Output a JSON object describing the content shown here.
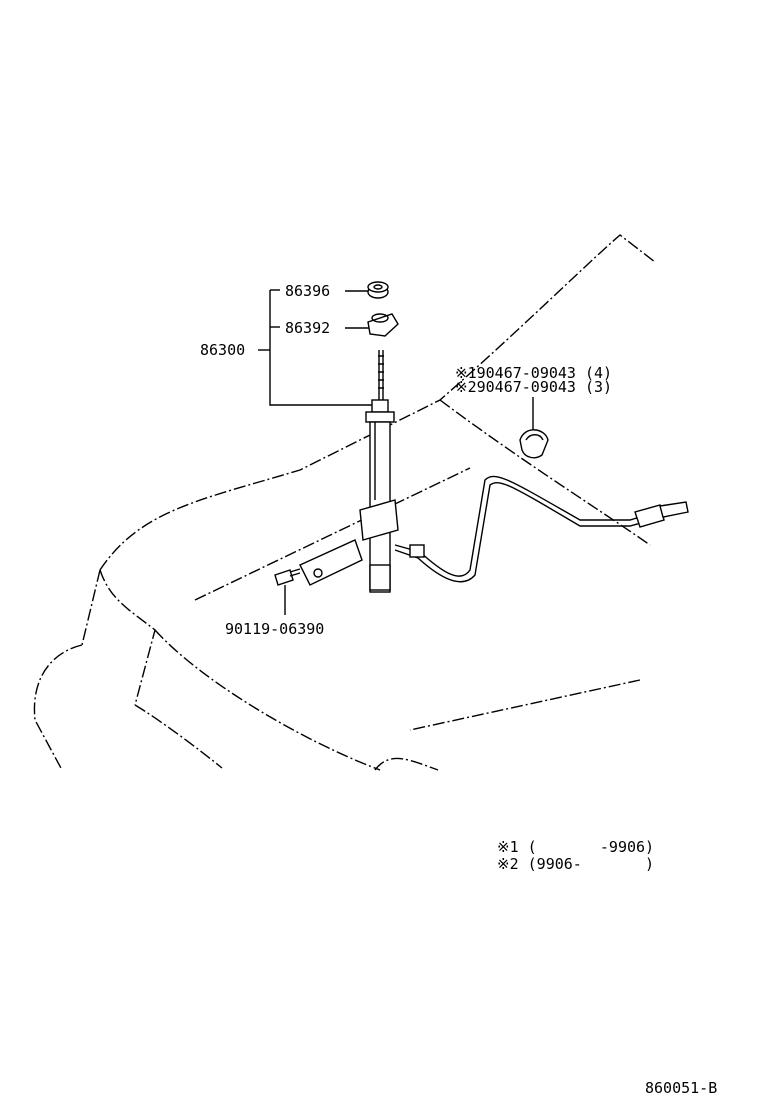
{
  "parts": {
    "p86396": "86396",
    "p86392": "86392",
    "p86300": "86300",
    "clip_1": "※190467-09043 (4)",
    "clip_2": "※290467-09043 (3)",
    "screw": "90119-06390"
  },
  "footnotes": {
    "note1": "※1 (       -9906)",
    "note2": "※2 (9906-       )"
  },
  "diagram_id": "860051-B"
}
